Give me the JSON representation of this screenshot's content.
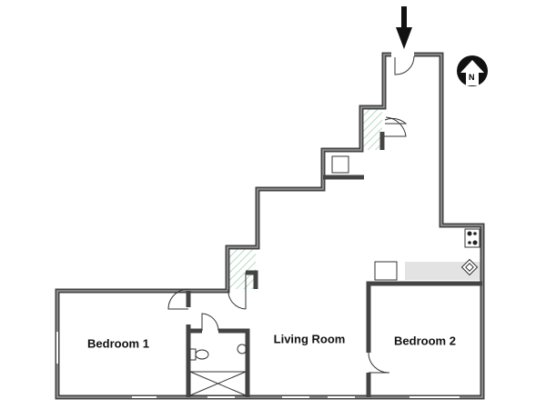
{
  "plan": {
    "rooms": [
      {
        "name": "Bedroom 1"
      },
      {
        "name": "Living Room"
      },
      {
        "name": "Bedroom 2"
      }
    ],
    "compass_letter": "N",
    "colors": {
      "wall": "#444444",
      "counter": "#e3e3e3",
      "closet_hatch": "#9fd0b0"
    }
  }
}
